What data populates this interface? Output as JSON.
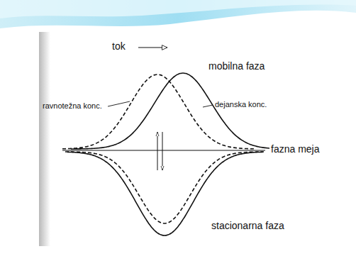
{
  "diagram": {
    "labels": [
      "tok",
      "mobilna faza",
      "ravnotežna konc.",
      "dejanska konc.",
      "fazna meja",
      "stacionarna faza"
    ]
  }
}
